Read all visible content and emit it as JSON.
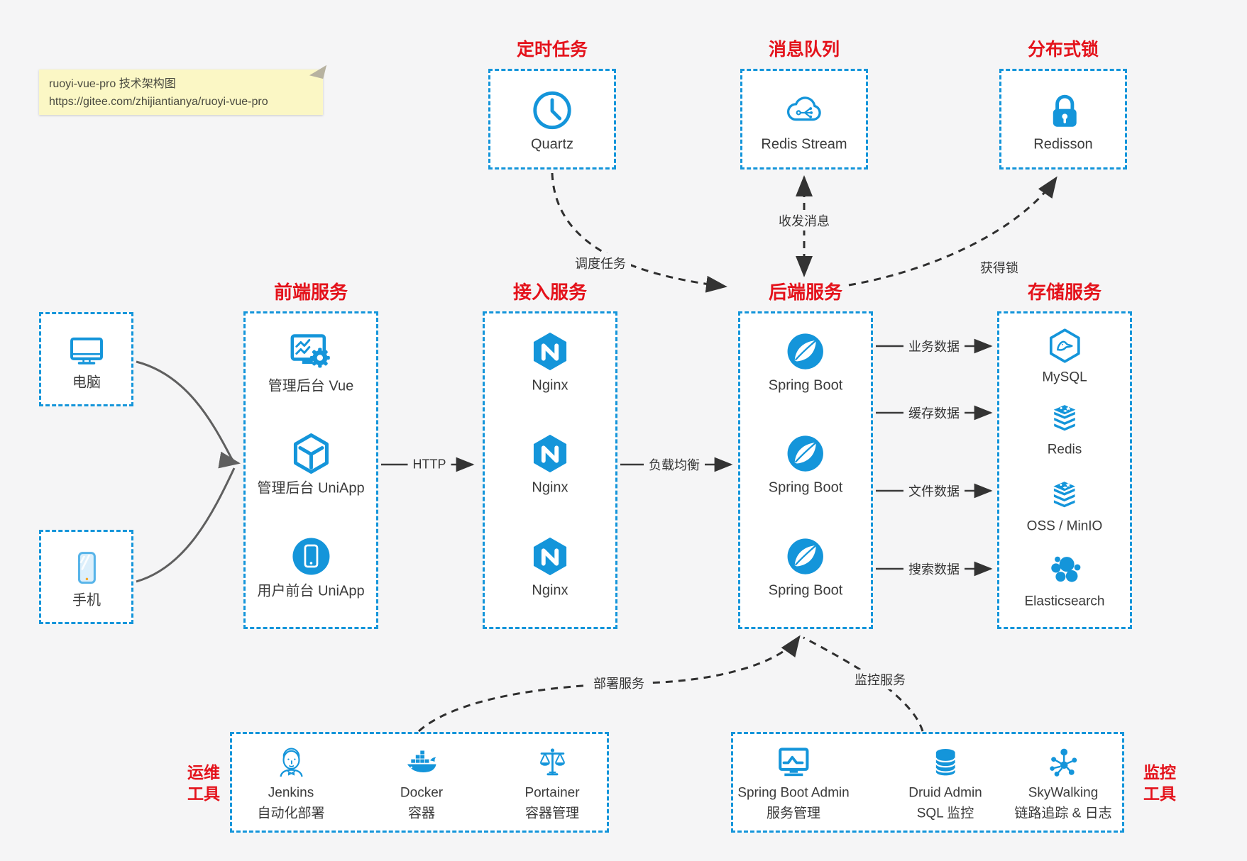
{
  "colors": {
    "blue": "#1495da",
    "red": "#e4121b",
    "background": "#f5f5f6",
    "line_dark": "#3a3a3a",
    "note_bg": "#fbf7c5"
  },
  "note": {
    "line1": "ruoyi-vue-pro 技术架构图",
    "line2": "https://gitee.com/zhijiantianya/ruoyi-vue-pro"
  },
  "top_groups": [
    {
      "title": "定时任务",
      "icon": "clock-icon",
      "label": "Quartz"
    },
    {
      "title": "消息队列",
      "icon": "cloud-stream-icon",
      "label": "Redis Stream"
    },
    {
      "title": "分布式锁",
      "icon": "lock-icon",
      "label": "Redisson"
    }
  ],
  "clients": [
    {
      "icon": "desktop-icon",
      "label": "电脑"
    },
    {
      "icon": "mobile-icon",
      "label": "手机"
    }
  ],
  "columns": [
    {
      "title": "前端服务",
      "items": [
        {
          "icon": "admin-vue-icon",
          "label": "管理后台 Vue"
        },
        {
          "icon": "uniapp-cube-icon",
          "label": "管理后台 UniApp"
        },
        {
          "icon": "user-app-icon",
          "label": "用户前台 UniApp"
        }
      ]
    },
    {
      "title": "接入服务",
      "items": [
        {
          "icon": "nginx-icon",
          "label": "Nginx"
        },
        {
          "icon": "nginx-icon",
          "label": "Nginx"
        },
        {
          "icon": "nginx-icon",
          "label": "Nginx"
        }
      ]
    },
    {
      "title": "后端服务",
      "items": [
        {
          "icon": "spring-boot-icon",
          "label": "Spring Boot"
        },
        {
          "icon": "spring-boot-icon",
          "label": "Spring Boot"
        },
        {
          "icon": "spring-boot-icon",
          "label": "Spring Boot"
        }
      ]
    },
    {
      "title": "存储服务",
      "items": [
        {
          "icon": "mysql-icon",
          "label": "MySQL"
        },
        {
          "icon": "redis-stack-icon",
          "label": "Redis"
        },
        {
          "icon": "redis-stack-icon",
          "label": "OSS / MinIO"
        },
        {
          "icon": "elasticsearch-icon",
          "label": "Elasticsearch"
        }
      ]
    }
  ],
  "edges": {
    "http": "HTTP",
    "load_balance": "负载均衡",
    "schedule": "调度任务",
    "messages": "收发消息",
    "lock": "获得锁",
    "business_data": "业务数据",
    "cache_data": "缓存数据",
    "file_data": "文件数据",
    "search_data": "搜索数据",
    "deploy": "部署服务",
    "monitor": "监控服务"
  },
  "bottom_groups": [
    {
      "title_line1": "运维",
      "title_line2": "工具",
      "items": [
        {
          "icon": "jenkins-icon",
          "label": "Jenkins",
          "sublabel": "自动化部署"
        },
        {
          "icon": "docker-icon",
          "label": "Docker",
          "sublabel": "容器"
        },
        {
          "icon": "portainer-icon",
          "label": "Portainer",
          "sublabel": "容器管理"
        }
      ]
    },
    {
      "title_line1": "监控",
      "title_line2": "工具",
      "items": [
        {
          "icon": "sba-icon",
          "label": "Spring Boot Admin",
          "sublabel": "服务管理"
        },
        {
          "icon": "druid-icon",
          "label": "Druid Admin",
          "sublabel": "SQL 监控"
        },
        {
          "icon": "skywalking-icon",
          "label": "SkyWalking",
          "sublabel": "链路追踪 & 日志"
        }
      ]
    }
  ]
}
